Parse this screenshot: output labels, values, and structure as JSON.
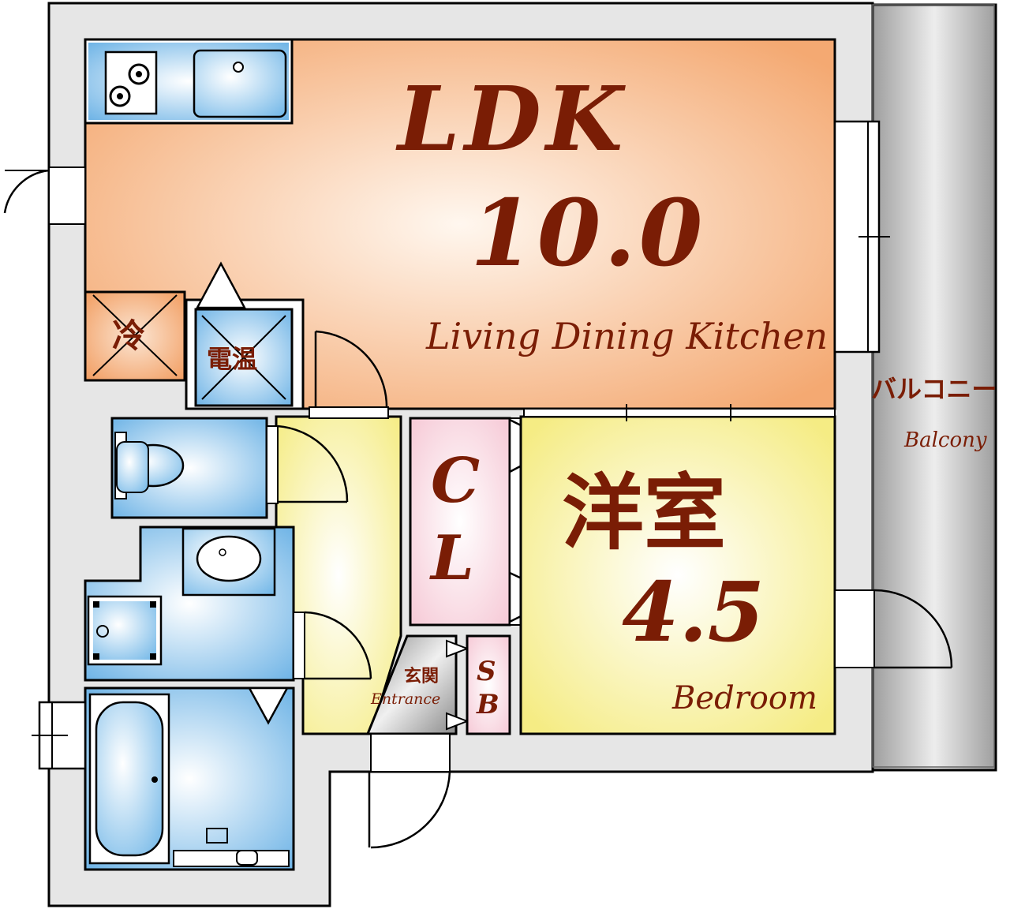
{
  "ldk": {
    "label": "LDK",
    "size": "10.0",
    "english": "Living Dining Kitchen"
  },
  "bedroom": {
    "label": "洋室",
    "size": "4.5",
    "english": "Bedroom"
  },
  "closet": {
    "line1": "C",
    "line2": "L"
  },
  "shoebox": {
    "line1": "S",
    "line2": "B"
  },
  "entrance": {
    "label": "玄関",
    "english": "Entrance"
  },
  "balcony": {
    "label": "バルコニー",
    "english": "Balcony"
  },
  "fridge": {
    "label": "冷"
  },
  "water_heater": {
    "label": "電温"
  },
  "colors": {
    "ldk": "#f4a972",
    "bedroom": "#f5ec84",
    "closet": "#f6c9d6",
    "wet_area": "#6fb4e6",
    "balcony": "#bdbdbd",
    "text": "#7a1d05"
  }
}
